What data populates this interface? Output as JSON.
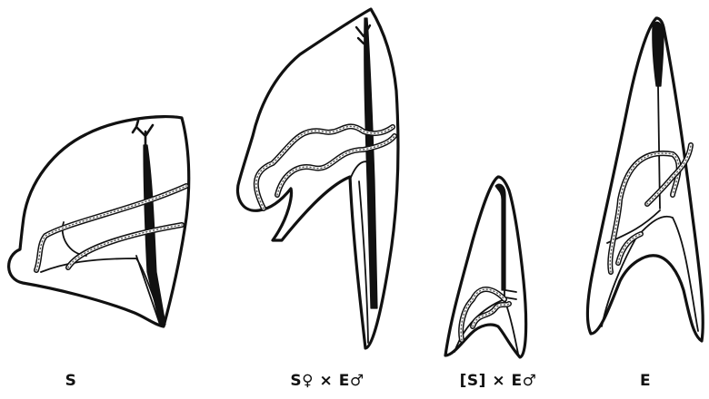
{
  "labels": {
    "s": "S",
    "s_female_x_e_male": "S♀ × E♂",
    "s_bracket_x_e_male": "[S] × E♂",
    "e": "E"
  }
}
